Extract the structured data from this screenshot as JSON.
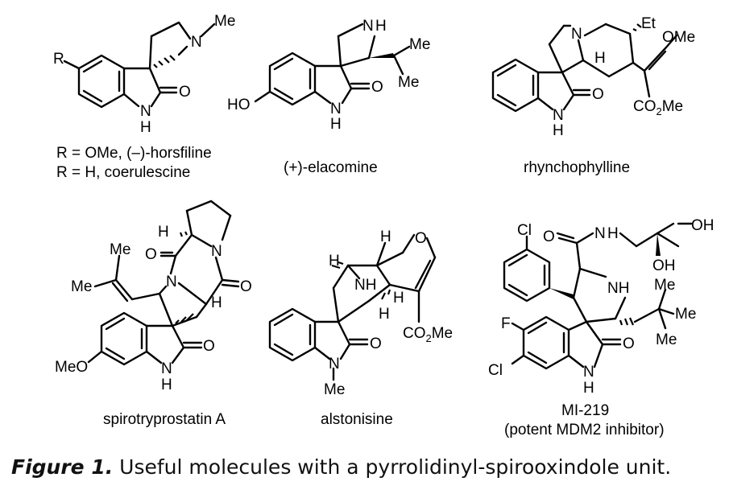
{
  "figure": {
    "caption_label": "Figure 1.",
    "caption_text": " Useful molecules with a pyrrolidinyl-spirooxindole unit."
  },
  "molecules": [
    {
      "name_lines": [
        "R = OMe, (–)-horsfiline",
        "R = H, coerulescine"
      ]
    },
    {
      "name_lines": [
        "(+)-elacomine"
      ]
    },
    {
      "name_lines": [
        "rhynchophylline"
      ]
    },
    {
      "name_lines": [
        "spirotryprostatin A"
      ]
    },
    {
      "name_lines": [
        "alstonisine"
      ]
    },
    {
      "name_lines": [
        "MI-219",
        "(potent MDM2 inhibitor)"
      ]
    }
  ],
  "atoms": {
    "m1": {
      "N_me": "N",
      "Me": "Me",
      "R": "R",
      "O": "O",
      "N": "N",
      "H": "H"
    },
    "m2": {
      "N": "N",
      "H_nh": "H",
      "Me1": "Me",
      "Me2": "Me",
      "HO": "HO",
      "O": "O",
      "N_ind": "N",
      "H_ind": "H"
    },
    "m3": {
      "N": "N",
      "H": "H",
      "Et": "Et",
      "OMe": "OMe",
      "O": "O",
      "N_ind": "N",
      "H_ind": "H",
      "CO": "CO",
      "two": "2",
      "Me": "Me"
    },
    "m4": {
      "H1": "H",
      "N1": "N",
      "O1": "O",
      "O2": "O",
      "Me1": "Me",
      "Me2": "Me",
      "N2": "N",
      "H2": "H",
      "MeO": "MeO",
      "O3": "O",
      "N3": "N",
      "H3": "H"
    },
    "m5": {
      "H1": "H",
      "H2": "H",
      "O_ring": "O",
      "NH": "NH",
      "H3": "H",
      "H4": "H",
      "O": "O",
      "N": "N",
      "Me": "Me",
      "CO": "CO",
      "two": "2",
      "Me2": "Me"
    },
    "m6": {
      "Cl1": "Cl",
      "N_amide": "N",
      "H_amide": "H",
      "O_amide": "O",
      "OH1": "OH",
      "OH2": "OH",
      "NH": "NH",
      "Me1": "Me",
      "Me2": "Me",
      "Me3": "Me",
      "F": "F",
      "Cl2": "Cl",
      "O": "O",
      "N": "N",
      "H": "H"
    }
  }
}
